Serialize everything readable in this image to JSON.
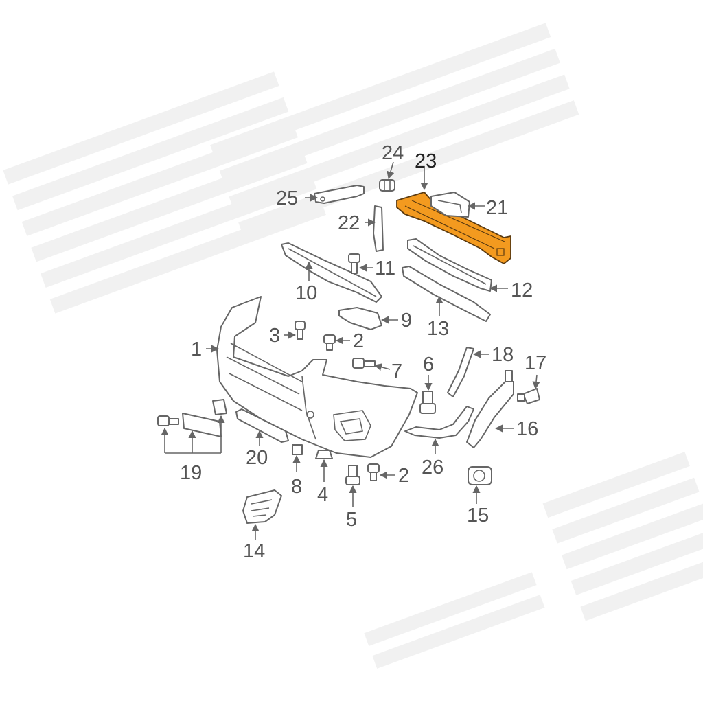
{
  "colors": {
    "highlight": "#f39a1f",
    "line": "#666666",
    "label": "#555555",
    "watermark": "#eeeeee"
  },
  "callouts": {
    "c1": "1",
    "c2a": "2",
    "c2b": "2",
    "c3": "3",
    "c4": "4",
    "c5": "5",
    "c6": "6",
    "c7": "7",
    "c8": "8",
    "c9": "9",
    "c10": "10",
    "c11": "11",
    "c12": "12",
    "c13": "13",
    "c14": "14",
    "c15": "15",
    "c16": "16",
    "c17": "17",
    "c18": "18",
    "c19": "19",
    "c20": "20",
    "c21": "21",
    "c22": "22",
    "c23": "23",
    "c24": "24",
    "c25": "25",
    "c26": "26"
  },
  "highlighted_part": "23"
}
